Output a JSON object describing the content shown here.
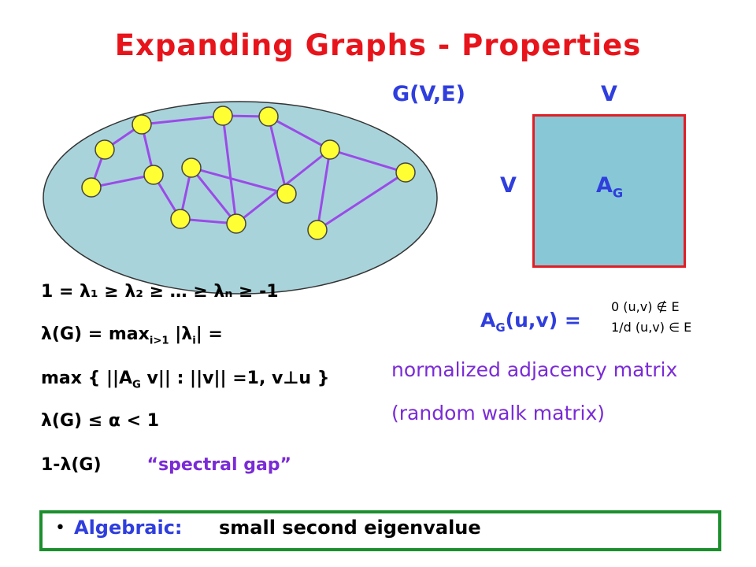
{
  "slide": {
    "title": "Expanding Graphs - Properties"
  },
  "graph": {
    "label": "G(V,E)",
    "ellipse_fill": "#a9d3da",
    "node_color": "#ffff33",
    "edge_color": "#9a4be8"
  },
  "matrix": {
    "top_label": "V",
    "left_label": "V",
    "name": "A",
    "name_sub": "G",
    "fill": "#87c7d6",
    "border": "#e21d24"
  },
  "definition": {
    "lhs": "A",
    "lhs_sub": "G",
    "lhs_tail": "(u,v) =",
    "case1": "0    (u,v) ∉ E",
    "case2": "1/d  (u,v) ∈ E",
    "desc1": "normalized adjacency matrix",
    "desc2": "(random walk matrix)"
  },
  "formulas": {
    "line1": "1 = λ₁ ≥ λ₂ ≥ … ≥ λₙ ≥ -1",
    "line2_a": "λ(G) = max",
    "line2_sub": "i>1",
    "line2_b": " |λ",
    "line2_sub2": "i",
    "line2_c": "| =",
    "line3_a": "max { ||A",
    "line3_sub": "G",
    "line3_b": " v|| : ||v|| =1, v⊥u }",
    "line4": "λ(G) ≤  α < 1",
    "line5": "1-λ(G)",
    "line5_gap": "“spectral gap”"
  },
  "footer": {
    "bullet": "•",
    "label": "Algebraic:",
    "text": "small second eigenvalue",
    "border": "#1c8f2d"
  }
}
